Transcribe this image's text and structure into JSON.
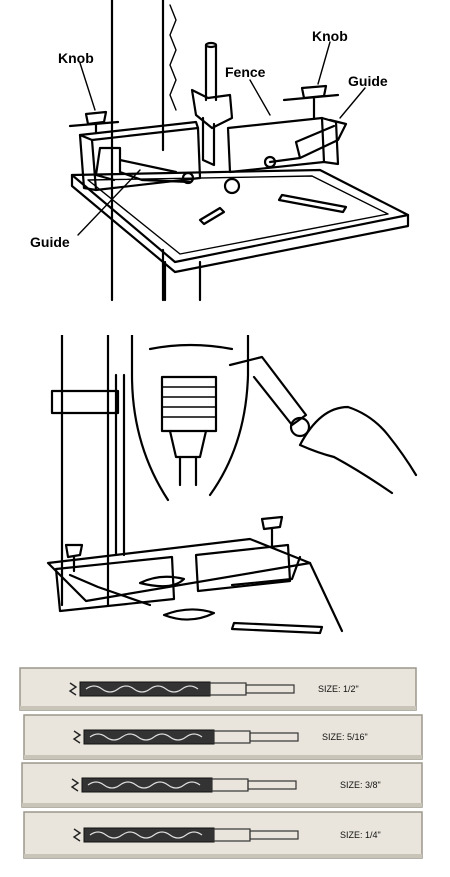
{
  "figure1": {
    "labels": {
      "knob_left": "Knob",
      "knob_right": "Knob",
      "fence": "Fence",
      "guide_right": "Guide",
      "guide_left": "Guide"
    }
  },
  "figure2": {},
  "figure3": {
    "boxes": [
      {
        "size": "SIZE: 1/2\""
      },
      {
        "size": "SIZE:  5/16\""
      },
      {
        "size": "SIZE: 3/8\""
      },
      {
        "size": "SIZE: 1/4\""
      }
    ]
  }
}
